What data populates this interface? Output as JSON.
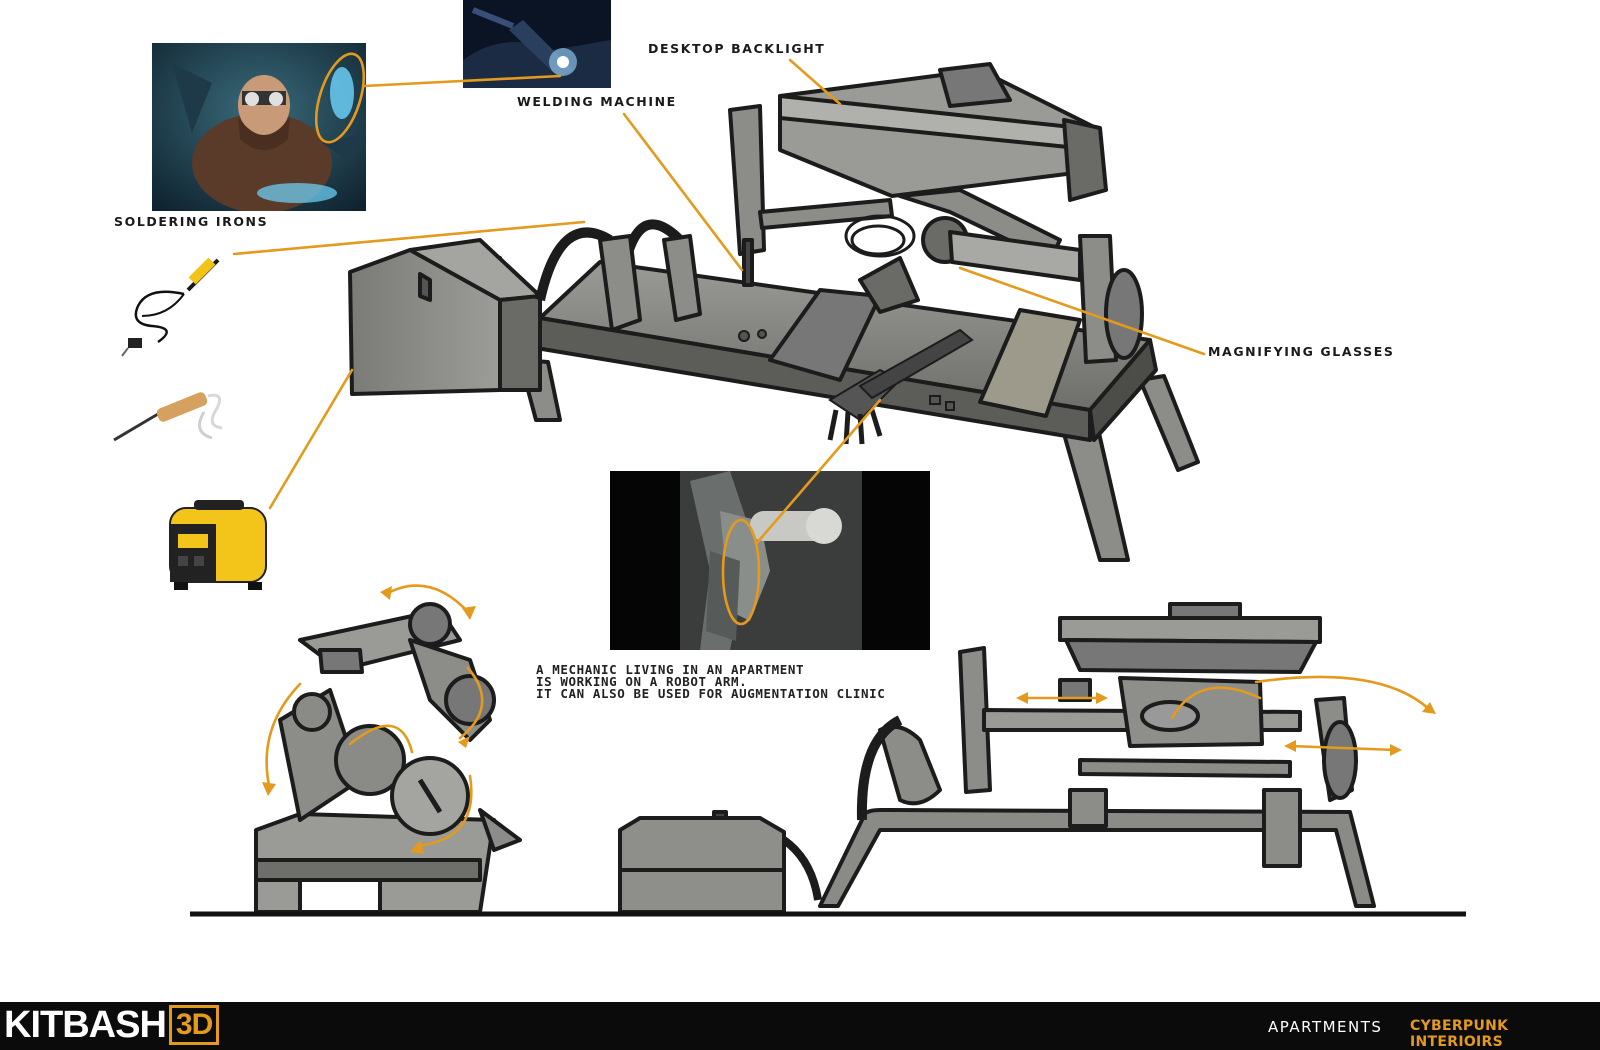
{
  "labels": {
    "desktop_backlight": "DESKTOP BACKLIGHT",
    "welding_machine": "WELDING MACHINE",
    "soldering_irons": "SOLDERING IRONS",
    "magnifying_glasses": "MAGNIFYING GLASSES"
  },
  "description": {
    "line1": "A MECHANIC LIVING IN AN APARTMENT",
    "line2": "IS WORKING ON A ROBOT ARM.",
    "line3": "IT CAN ALSO BE USED FOR AUGMENTATION CLINIC"
  },
  "footer": {
    "logo_word": "KITBASH",
    "logo_badge": "3D",
    "category": "APARTMENTS",
    "collection": "CYBERPUNK INTERIOIRS"
  },
  "colors": {
    "accent": "#e39a1d",
    "metal": "#8c8c88",
    "outline": "#1c1c1c",
    "footer_bg": "#0b0b0b"
  }
}
